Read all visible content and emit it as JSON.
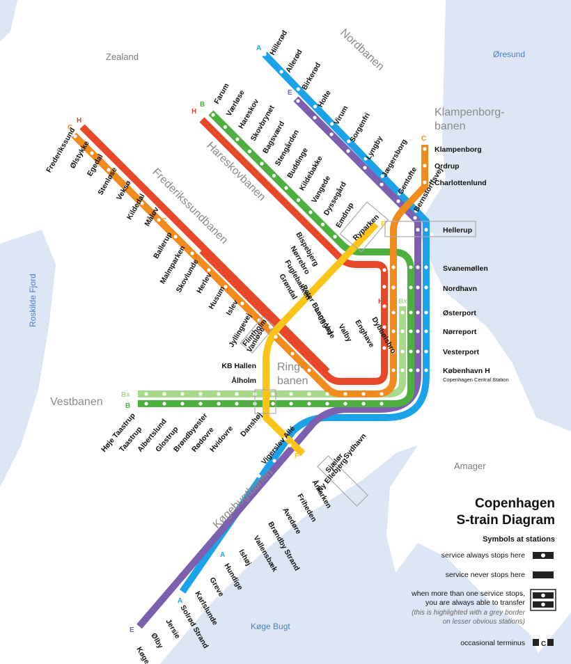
{
  "colors": {
    "A": "#1aa3e8",
    "B": "#4caf3e",
    "Bx": "#a9d98a",
    "C": "#f08c1e",
    "E": "#7d5fb0",
    "F": "#fcc419",
    "H": "#e8482a",
    "water": "#dde6f5"
  },
  "regions": {
    "zealand": "Zealand",
    "oresund": "Øresund",
    "roskilde_fjord": "Roskilde Fjord",
    "amager": "Amager",
    "koge_bugt": "Køge Bugt"
  },
  "line_names": {
    "nordbanen": "Nordbanen",
    "klampenborg1": "Klampenborg-",
    "klampenborg2": "banen",
    "hareskovbanen": "Hareskovbanen",
    "frederikssundbanen": "Frederikssundbanen",
    "ringbanen1": "Ring-",
    "ringbanen2": "banen",
    "vestbanen": "Vestbanen",
    "kogebugtbanen": "Køgebugtbanen"
  },
  "line_letters": {
    "a_top": "A",
    "e_top": "E",
    "h_b": "H",
    "b_b": "B",
    "c_h1": "C",
    "c_h2": "H",
    "c_mid": "C",
    "c_right": "C",
    "f_ryp": "F",
    "h_right": "H",
    "bx_right": "Bx",
    "bx_left": "Bx",
    "b_left": "B",
    "f_bottom": "F",
    "a_mid": "A",
    "a_low": "A",
    "e_low": "E"
  },
  "stations": {
    "nord": [
      "Hillerød",
      "Allerød",
      "Birkerød",
      "Holte",
      "Virum",
      "Sorgenfri",
      "Lyngby",
      "Jægersborg",
      "Gentofte",
      "Bernstorffsvej"
    ],
    "hareskov": [
      "Farum",
      "Værløse",
      "Hareskov",
      "Skovbrynet",
      "Bagsværd",
      "Stengården",
      "Buddinge",
      "Kildebakke",
      "Vangede",
      "Dyssegård",
      "Emdrup"
    ],
    "frederikssund": [
      "Frederikssund",
      "Ølstykke",
      "Egedal",
      "Stenløse",
      "Veksø",
      "Kildedal",
      "Måløv",
      "Ballerup",
      "Malmparken",
      "Skovlunde",
      "Herlev",
      "Husum",
      "Islev",
      "Jyllingevej",
      "Vanløse"
    ],
    "ring": [
      "Bispebjerg",
      "Nørrebro",
      "Fuglebakken",
      "Grøndal",
      "Peter Bangs Vej",
      "Langgade",
      "Valby",
      "Enghave",
      "Dybbølsbro"
    ],
    "klampenborg": [
      "Klampenborg",
      "Ordrup",
      "Charlottenlund"
    ],
    "central": [
      "Hellerup",
      "Svanemøllen",
      "Nordhavn",
      "Østerport",
      "Nørreport",
      "Vesterport",
      "København H"
    ],
    "central_sub": "Copenhagen Central Station",
    "ryparken": "Ryparken",
    "flintholm": "Flintholm",
    "kb_hallen": "KB Hallen",
    "alholm": "Ålholm",
    "danshoj": "Danshøj",
    "vest": [
      "Høje Taastrup",
      "Taastrup",
      "Albertslund",
      "Glostrup",
      "Brøndbyøster",
      "Rødovre",
      "Hvidovre"
    ],
    "vigerslev": "Vigerslev Allé",
    "ny_ellebjerg": "Ny Ellebjerg",
    "sydhavn_group": [
      "Sydhavn",
      "Sjælør"
    ],
    "koge": [
      "Åmarken",
      "Friheden",
      "Avedøre",
      "Brøndby Strand",
      "Vallensbæk",
      "Ishøj",
      "Hundige",
      "Greve",
      "Karlslunde",
      "Solrød Strand",
      "Jersie",
      "Ølby",
      "Køge"
    ]
  },
  "legend": {
    "title1": "Copenhagen",
    "title2": "S-train Diagram",
    "subtitle": "Symbols at stations",
    "always": "service always stops here",
    "never": "service never stops here",
    "transfer1": "when more than one service stops,",
    "transfer2": "you are always able to transfer",
    "note1": "(this is highlighted with a grey border",
    "note2": "on lesser obvious stations)",
    "terminus": "occasional terminus",
    "terminus_mark": "C"
  }
}
